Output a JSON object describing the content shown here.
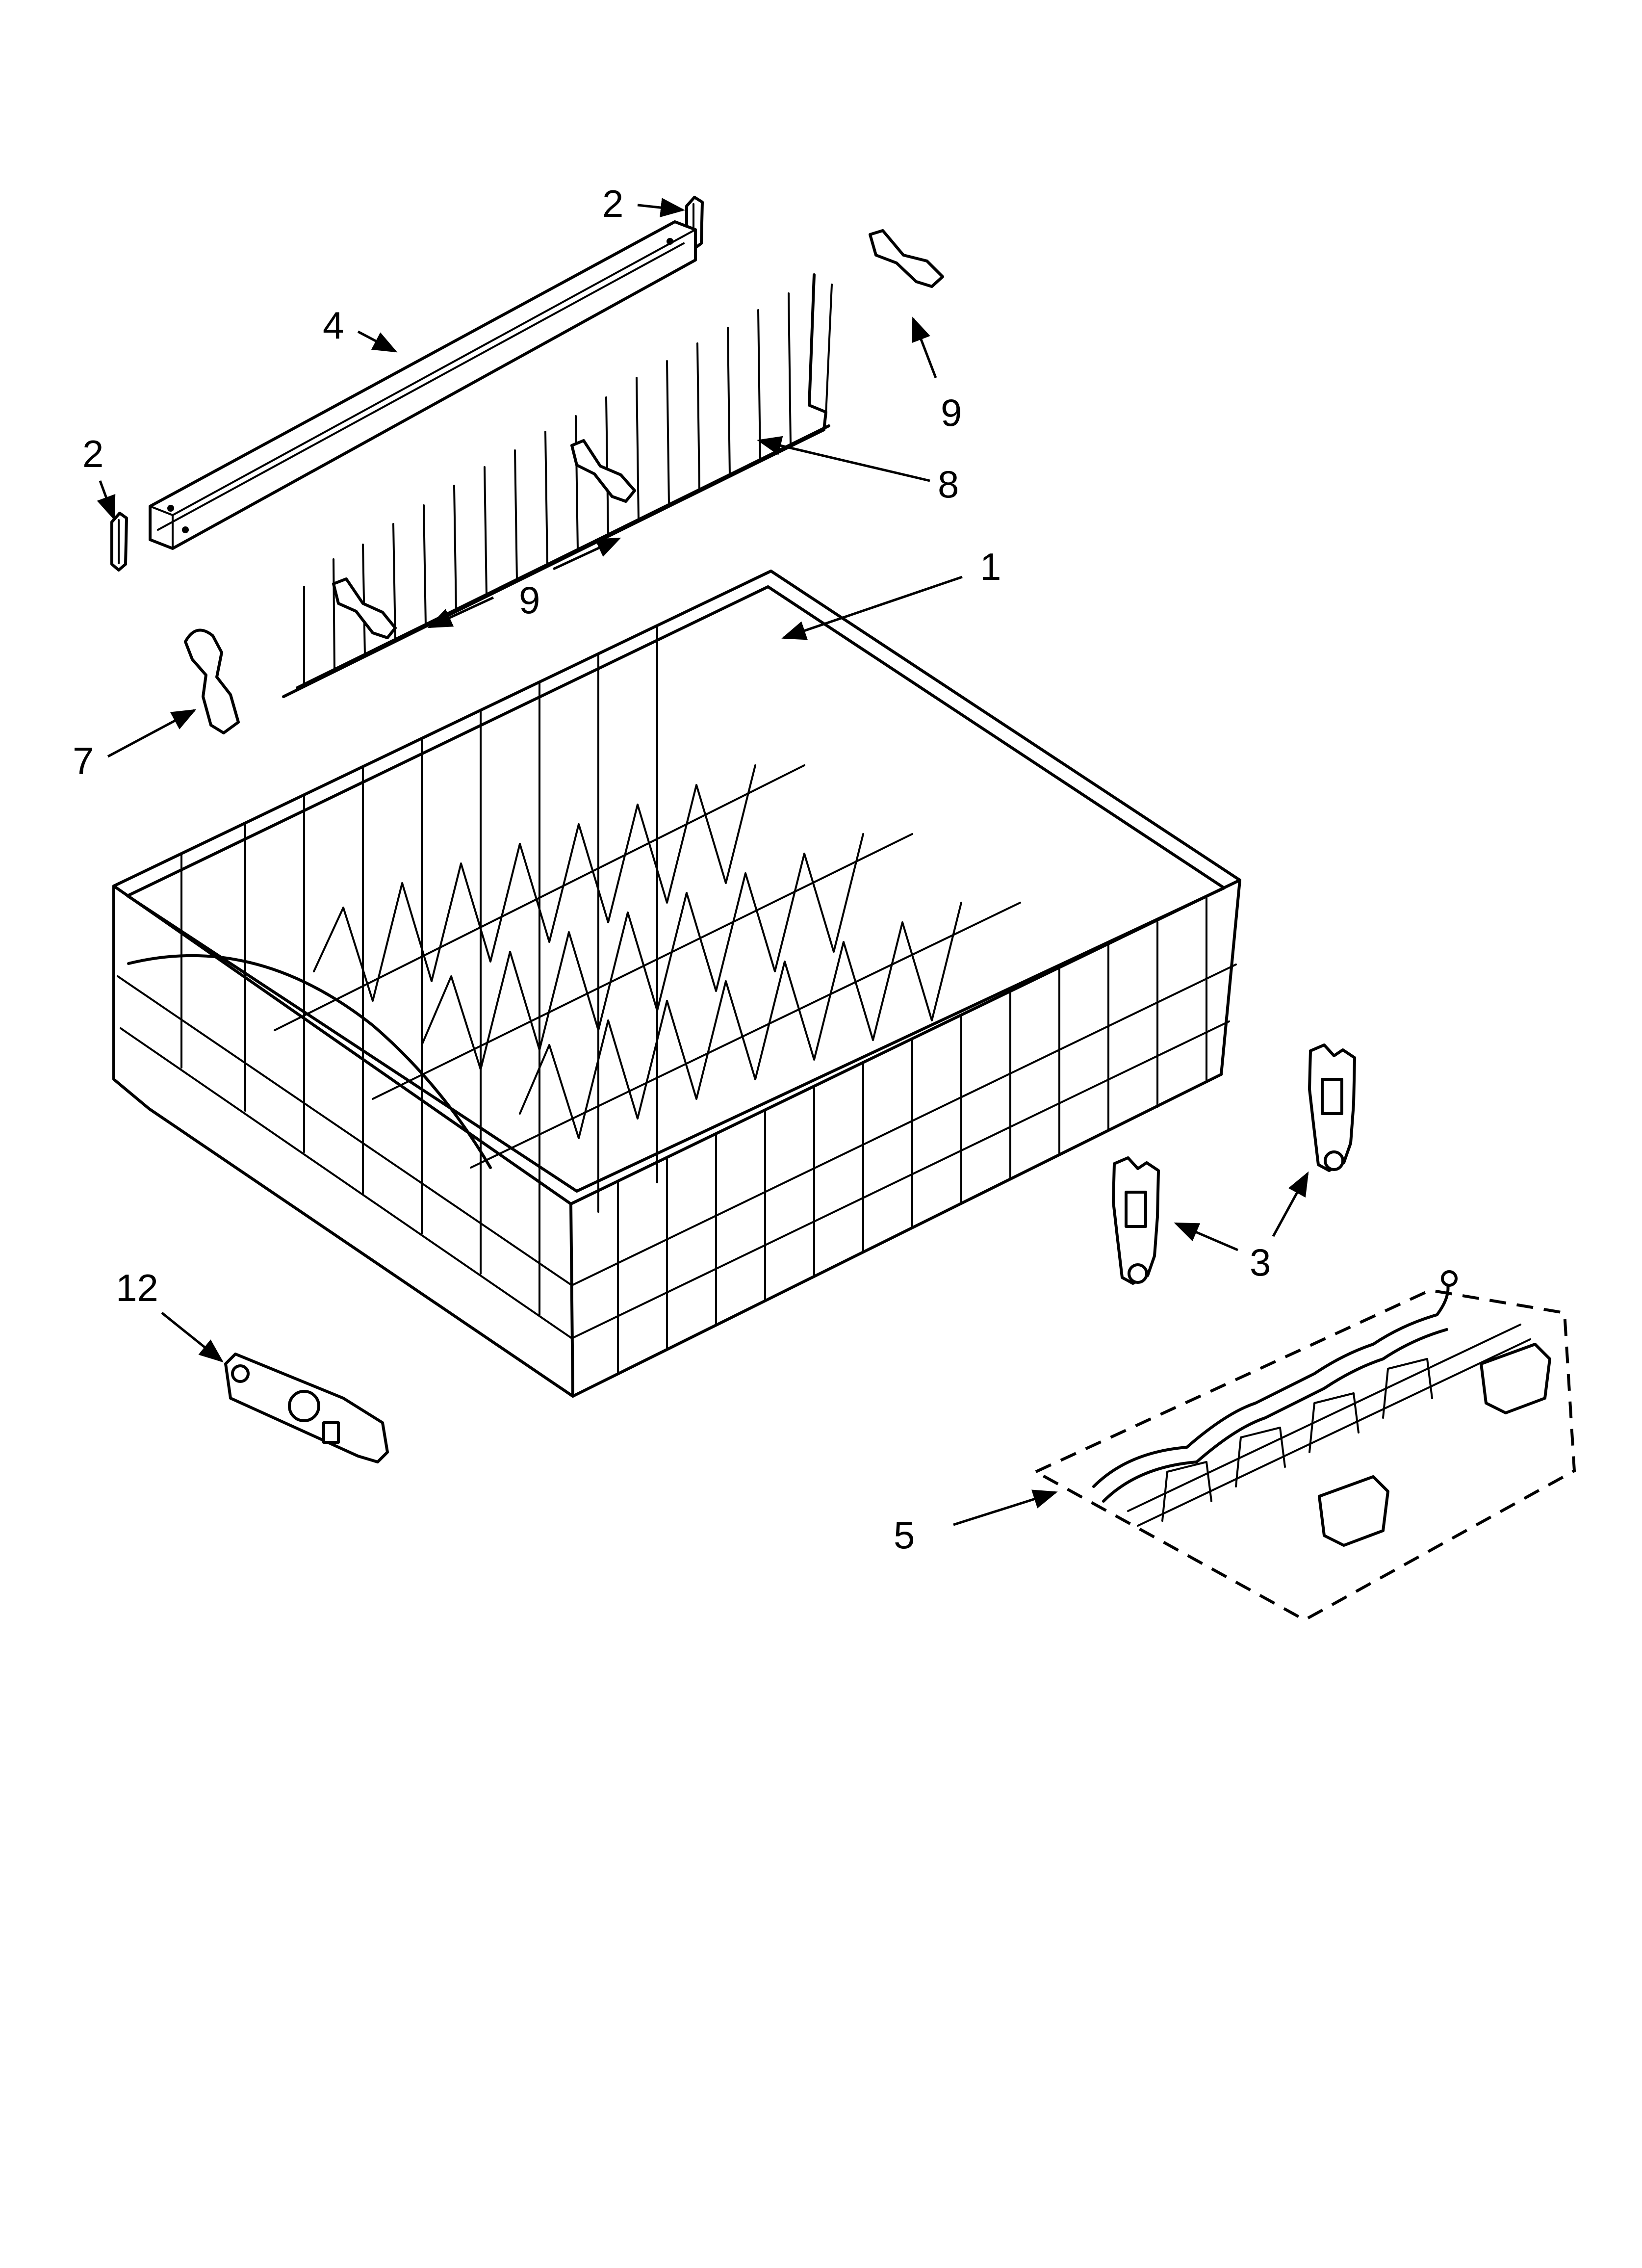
{
  "diagram": {
    "callouts": [
      {
        "id": "c-2-top",
        "text": "2"
      },
      {
        "id": "c-2-left",
        "text": "2"
      },
      {
        "id": "c-4",
        "text": "4"
      },
      {
        "id": "c-9-right",
        "text": "9"
      },
      {
        "id": "c-8",
        "text": "8"
      },
      {
        "id": "c-9-mid",
        "text": "9"
      },
      {
        "id": "c-1",
        "text": "1"
      },
      {
        "id": "c-7",
        "text": "7"
      },
      {
        "id": "c-3",
        "text": "3"
      },
      {
        "id": "c-12",
        "text": "12"
      },
      {
        "id": "c-5",
        "text": "5"
      }
    ]
  }
}
